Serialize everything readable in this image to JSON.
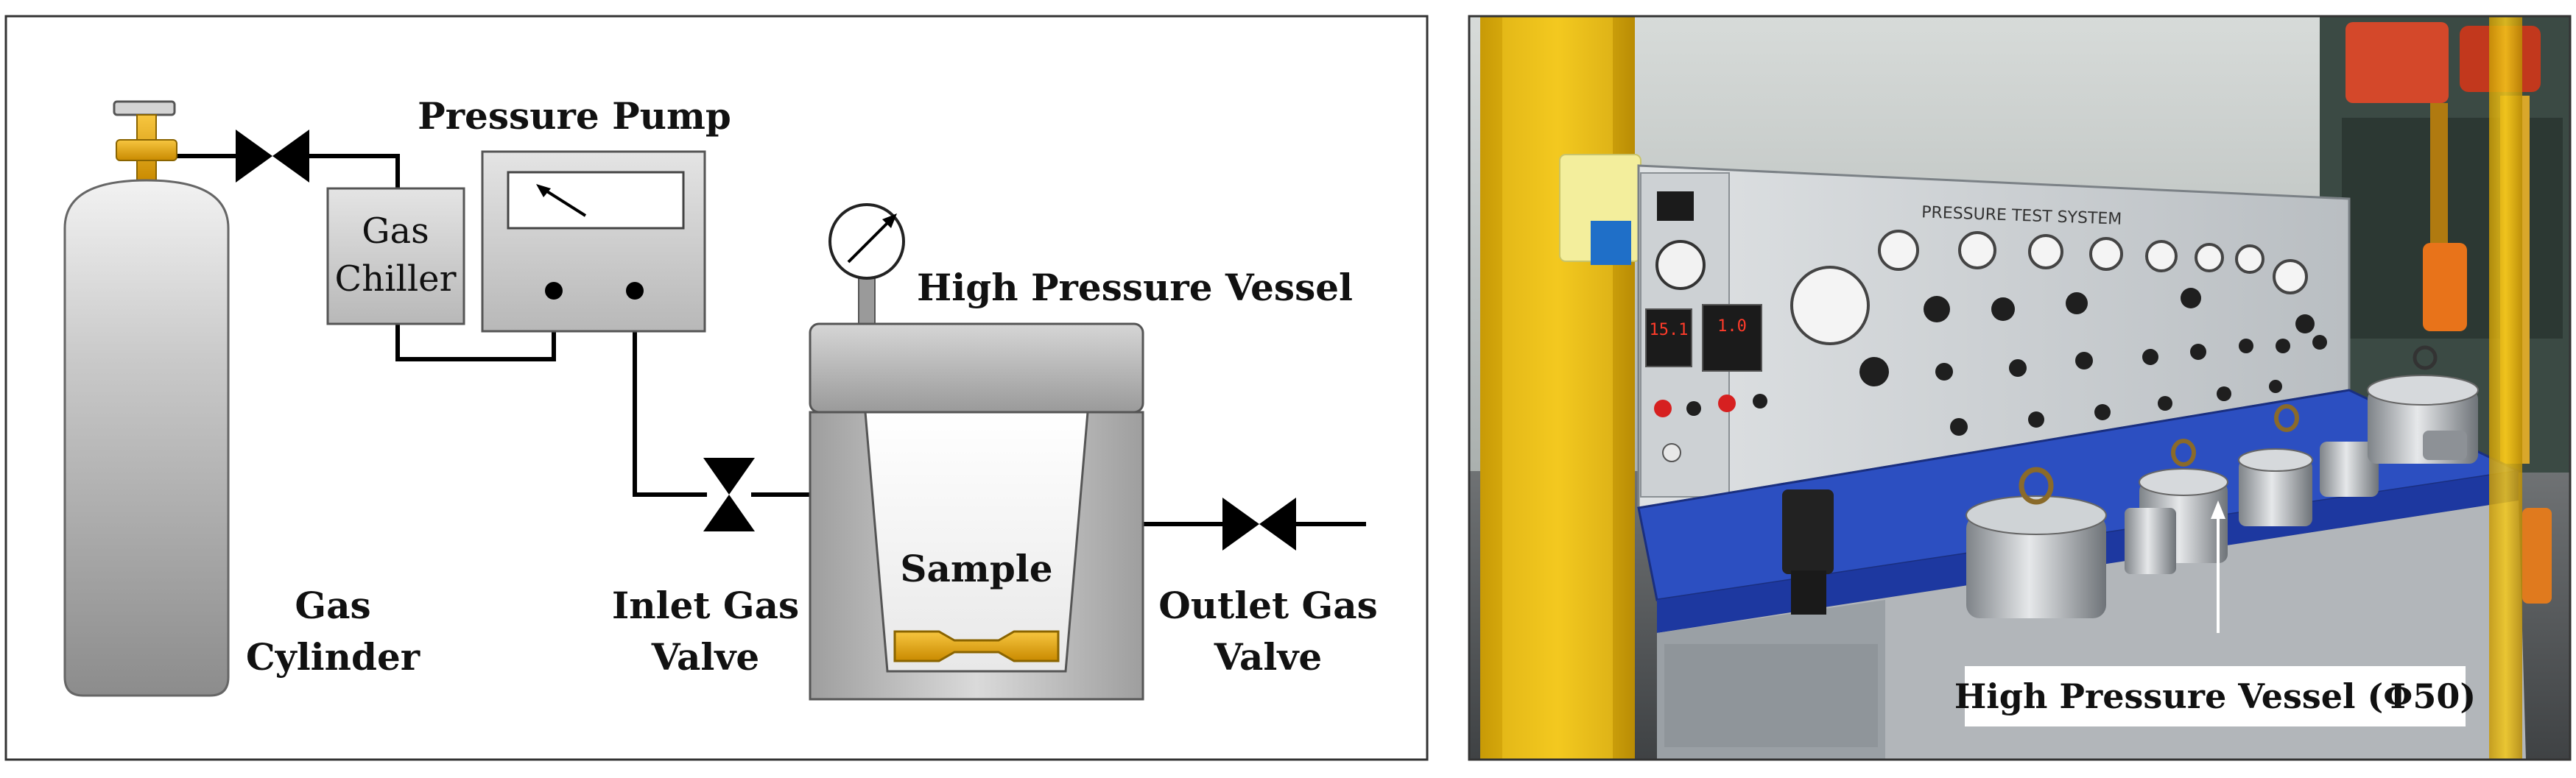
{
  "schematic": {
    "pressure_pump": "Pressure Pump",
    "gas_chiller": [
      "Gas",
      "Chiller"
    ],
    "high_pressure_vessel": "High Pressure Vessel",
    "sample": "Sample",
    "gas_cylinder": [
      "Gas",
      "Cylinder"
    ],
    "inlet_gas_valve": [
      "Inlet Gas",
      "Valve"
    ],
    "outlet_gas_valve": [
      "Outlet Gas",
      "Valve"
    ]
  },
  "photo": {
    "panel_title": "PRESSURE TEST SYSTEM",
    "callout": "High Pressure Vessel (Φ50)",
    "display_left": "15.1",
    "display_right": "1.0"
  }
}
